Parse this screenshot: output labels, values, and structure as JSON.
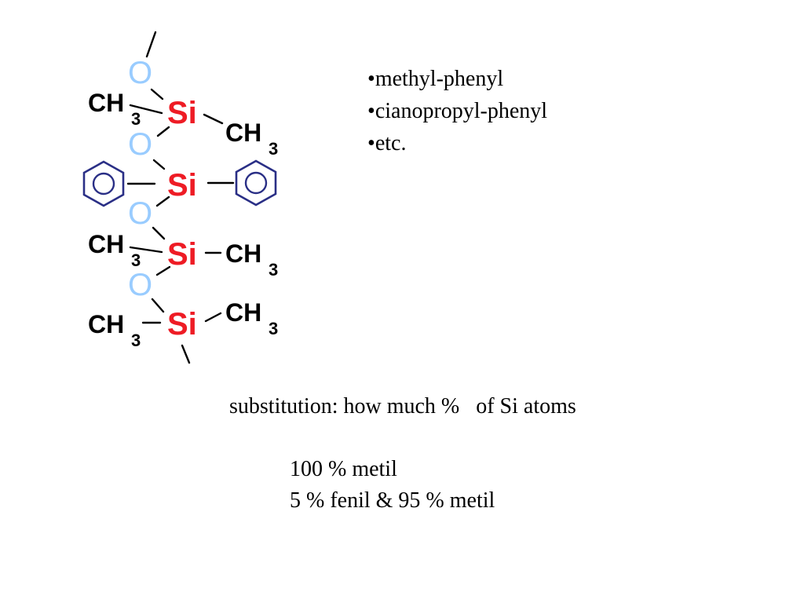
{
  "structure": {
    "oxygen": "O",
    "silicon": "Si",
    "methyl": "CH",
    "methyl_subscript": "3",
    "ring_icon": "benzene-ring-icon"
  },
  "bullets": [
    "methyl-phenyl",
    "cianopropyl-phenyl",
    "etc."
  ],
  "question": "substitution: how much %   of Si atoms",
  "examples": [
    "100 % metil",
    "5 % fenil & 95 % metil"
  ],
  "colors": {
    "oxygen": "#99ccff",
    "silicon": "#ee1c25",
    "ring": "#2a2f86",
    "text": "#000000"
  }
}
